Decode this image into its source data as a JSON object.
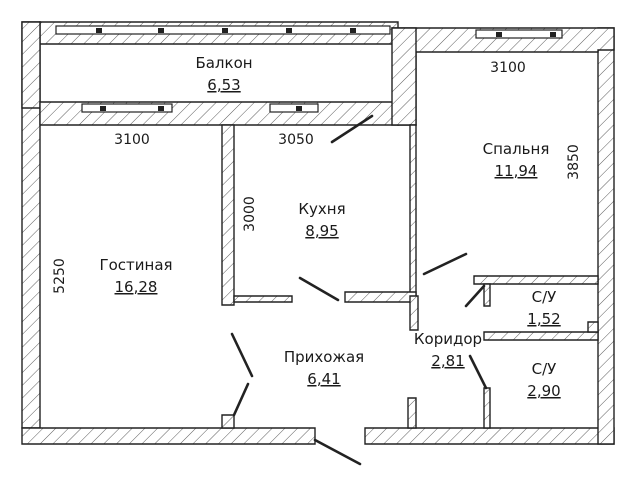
{
  "rooms": {
    "balcony": {
      "name": "Балкон",
      "area": "6,53"
    },
    "bedroom": {
      "name": "Спальня",
      "area": "11,94"
    },
    "kitchen": {
      "name": "Кухня",
      "area": "8,95"
    },
    "living": {
      "name": "Гостиная",
      "area": "16,28"
    },
    "hall": {
      "name": "Прихожая",
      "area": "6,41"
    },
    "corridor": {
      "name": "Коридор",
      "area": "2,81"
    },
    "bath1": {
      "name": "С/У",
      "area": "1,52"
    },
    "bath2": {
      "name": "С/У",
      "area": "2,90"
    }
  },
  "dimensions": {
    "living_width": "3100",
    "kitchen_width": "3050",
    "bedroom_width": "3100",
    "bedroom_depth": "3850",
    "kitchen_depth": "3000",
    "living_depth": "5250"
  }
}
